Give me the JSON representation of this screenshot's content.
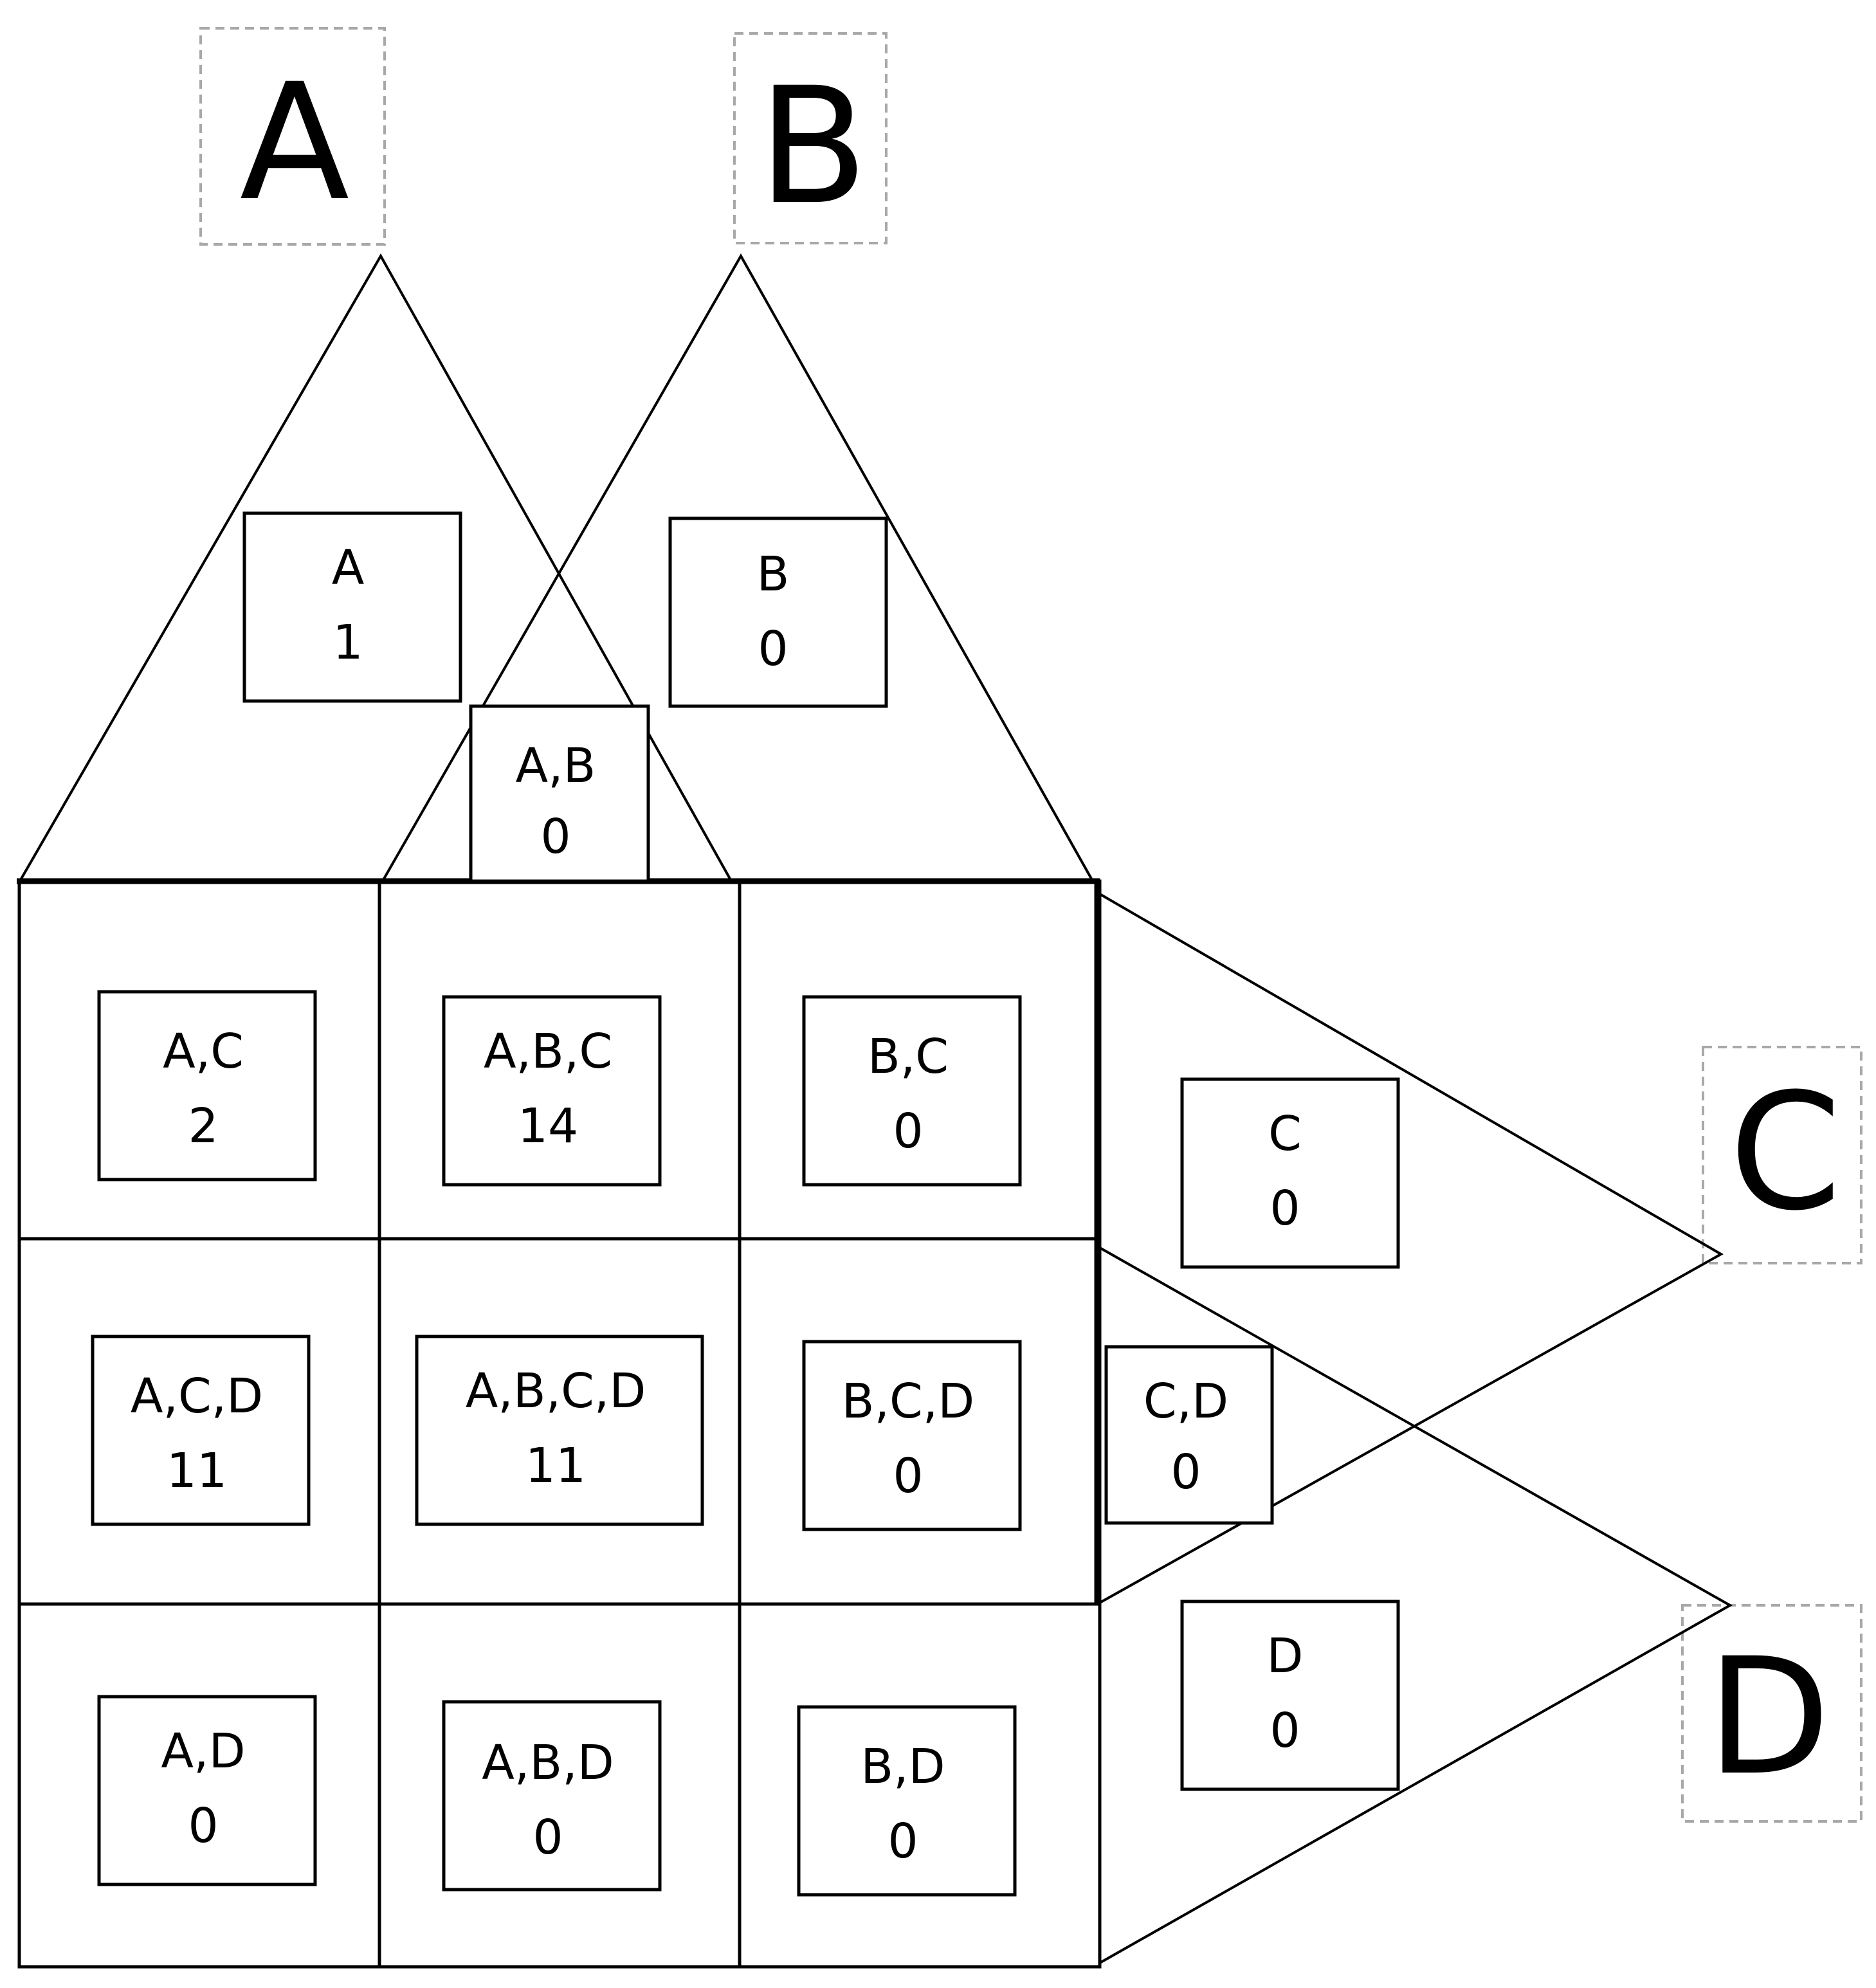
{
  "sets": [
    {
      "letter": "A"
    },
    {
      "letter": "B"
    },
    {
      "letter": "C"
    },
    {
      "letter": "D"
    }
  ],
  "regions": [
    {
      "sets": "A",
      "count": "1"
    },
    {
      "sets": "B",
      "count": "0"
    },
    {
      "sets": "A,B",
      "count": "0"
    },
    {
      "sets": "A,C",
      "count": "2"
    },
    {
      "sets": "A,B,C",
      "count": "14"
    },
    {
      "sets": "B,C",
      "count": "0"
    },
    {
      "sets": "C",
      "count": "0"
    },
    {
      "sets": "A,C,D",
      "count": "11"
    },
    {
      "sets": "A,B,C,D",
      "count": "11"
    },
    {
      "sets": "B,C,D",
      "count": "0"
    },
    {
      "sets": "C,D",
      "count": "0"
    },
    {
      "sets": "A,D",
      "count": "0"
    },
    {
      "sets": "A,B,D",
      "count": "0"
    },
    {
      "sets": "B,D",
      "count": "0"
    },
    {
      "sets": "D",
      "count": "0"
    }
  ]
}
